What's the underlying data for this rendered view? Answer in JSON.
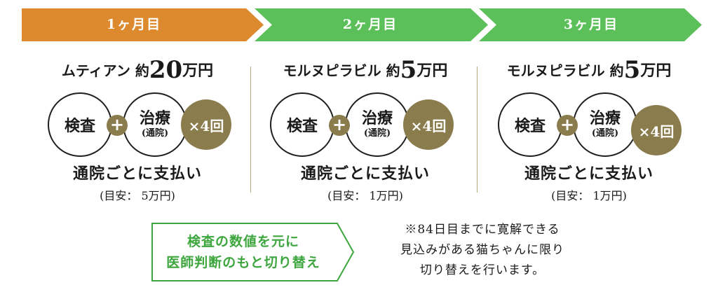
{
  "colors": {
    "month1": "#dc8a2d",
    "month2_3": "#5cc05a",
    "gold": "#8b7c4e",
    "note_green": "#3ea63e"
  },
  "months": [
    {
      "label": "1ヶ月目",
      "drug": "ムティアン",
      "approx": "約",
      "amount": "20",
      "unit": "万円",
      "exam": "検査",
      "plus": "+",
      "treat": "治療",
      "treat_sub": "(通院)",
      "times": "×4回",
      "pay": "通院ごとに支払い",
      "estimate": "(目安： 5万円)"
    },
    {
      "label": "2ヶ月目",
      "drug": "モルヌピラビル",
      "approx": "約",
      "amount": "5",
      "unit": "万円",
      "exam": "検査",
      "plus": "+",
      "treat": "治療",
      "treat_sub": "(通院)",
      "times": "×4回",
      "pay": "通院ごとに支払い",
      "estimate": "(目安： 1万円)"
    },
    {
      "label": "3ヶ月目",
      "drug": "モルヌピラビル",
      "approx": "約",
      "amount": "5",
      "unit": "万円",
      "exam": "検査",
      "plus": "+",
      "treat": "治療",
      "treat_sub": "(通院)",
      "times": "×4回",
      "pay": "通院ごとに支払い",
      "estimate": "(目安： 1万円)"
    }
  ],
  "note": {
    "line1": "検査の数値を元に",
    "line2": "医師判断のもと切り替え"
  },
  "footnote": {
    "line1": "※84日目までに寛解できる",
    "line2": "見込みがある猫ちゃんに限り",
    "line3": "切り替えを行います。"
  }
}
